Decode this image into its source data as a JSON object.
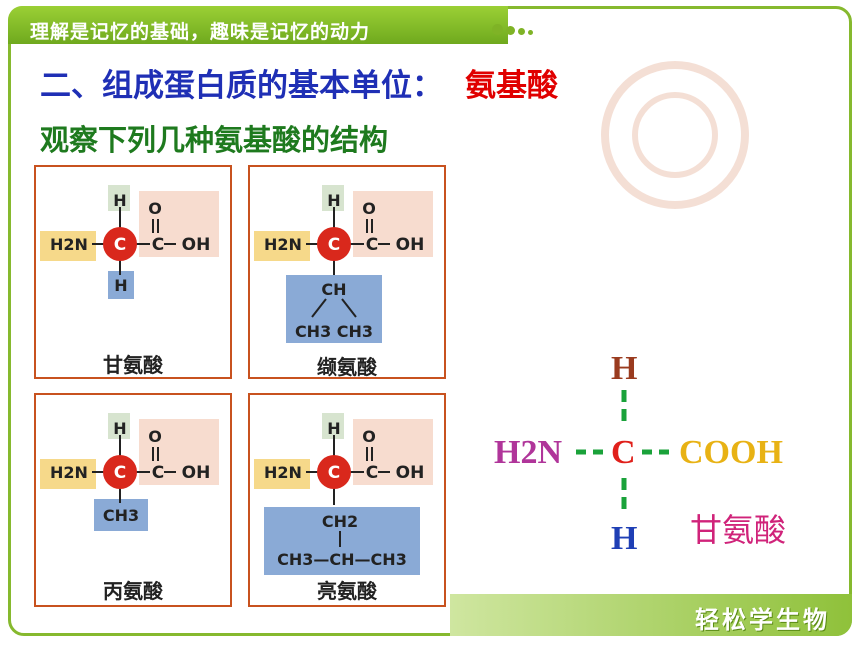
{
  "header": {
    "title": "理解是记忆的基础，趣味是记忆的动力"
  },
  "footer": {
    "text": "轻松学生物"
  },
  "heading": {
    "prefix": "二、组成蛋白质的基本单位：",
    "highlight": "氨基酸"
  },
  "subheading": "观察下列几种氨基酸的结构",
  "cards": [
    {
      "name": "甘氨酸",
      "r_lines": [
        "H"
      ]
    },
    {
      "name": "缬氨酸",
      "r_lines": [
        "CH",
        "CH3 CH3"
      ]
    },
    {
      "name": "丙氨酸",
      "r_lines": [
        "CH3"
      ]
    },
    {
      "name": "亮氨酸",
      "r_lines": [
        "CH2",
        "CH3—CH—CH3"
      ]
    }
  ],
  "common": {
    "top_h": "H",
    "amino": "H2N",
    "carbon": "C",
    "carbonyl_o": "O",
    "hydroxyl": "OH"
  },
  "general_formula": {
    "top": "H",
    "left": "H2N",
    "center": "C",
    "right": "COOH",
    "bottom": "H",
    "name": "甘氨酸"
  },
  "colors": {
    "title_blue": "#1f2fb5",
    "accent_red": "#e00000",
    "subtitle_green": "#1e7a1e",
    "frame_green": "#86b92e",
    "card_border": "#c8521f",
    "amino_bg": "#f6d98a",
    "carboxyl_bg": "#f7dccf",
    "r_group_bg": "#8aaad6",
    "top_h_bg": "#d7e4cf",
    "carbon_red": "#d9281c"
  }
}
